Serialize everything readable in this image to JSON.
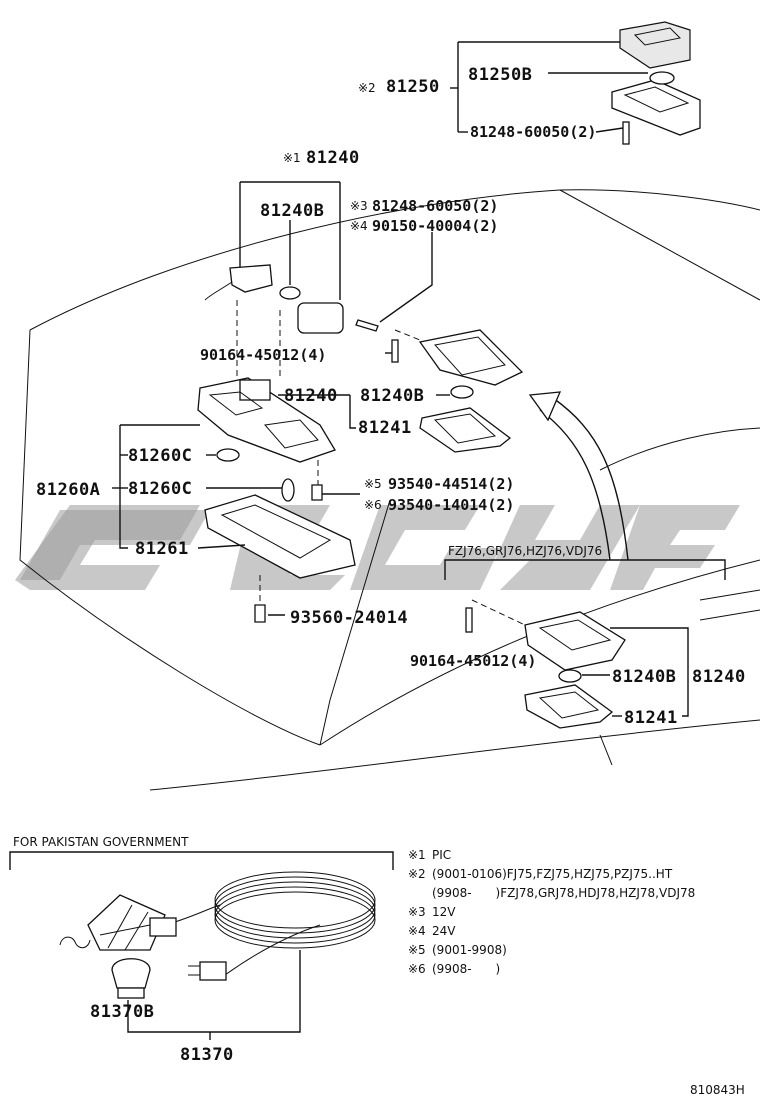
{
  "top_group": {
    "main": "81250",
    "main_note": "※2",
    "sub_lamp": "81250B",
    "screw": "81248-60050(2)"
  },
  "pic_group": {
    "main": "81240",
    "main_note": "※1",
    "bulb": "81240B",
    "screw_12v_note": "※3",
    "screw_12v": "81248-60050(2)",
    "screw_24v_note": "※4",
    "screw_24v": "90150-40004(2)"
  },
  "center_group": {
    "screw": "90164-45012(4)",
    "lamp": "81240",
    "bulb": "81240B",
    "lens": "81241"
  },
  "left_group": {
    "assy": "81260A",
    "bulb_c1": "81260C",
    "bulb_c2": "81260C",
    "housing": "81261",
    "screw_a_note": "※5",
    "screw_a": "93540-44514(2)",
    "screw_b_note": "※6",
    "screw_b": "93540-14014(2)",
    "screw_c": "93560-24014"
  },
  "right_group": {
    "models": "FZJ76,GRJ76,HZJ76,VDJ76",
    "screw": "90164-45012(4)",
    "bulb": "81240B",
    "lamp": "81240",
    "lens": "81241"
  },
  "pakistan": {
    "title": "FOR PAKISTAN GOVERNMENT",
    "bulb": "81370B",
    "lamp": "81370"
  },
  "notes": [
    {
      "mark": "※1",
      "text": "PIC"
    },
    {
      "mark": "※2",
      "text": "(9001-0106)FJ75,FZJ75,HZJ75,PZJ75..HT"
    },
    {
      "mark": "",
      "text": "(9908-　　)FZJ78,GRJ78,HDJ78,HZJ78,VDJ78"
    },
    {
      "mark": "※3",
      "text": "12V"
    },
    {
      "mark": "※4",
      "text": "24V"
    },
    {
      "mark": "※5",
      "text": "(9001-9908)"
    },
    {
      "mark": "※6",
      "text": "(9908-　　)"
    }
  ],
  "diagram_id": "810843H",
  "colors": {
    "line": "#111111",
    "watermark": "#9a9a9a",
    "background": "#ffffff"
  }
}
